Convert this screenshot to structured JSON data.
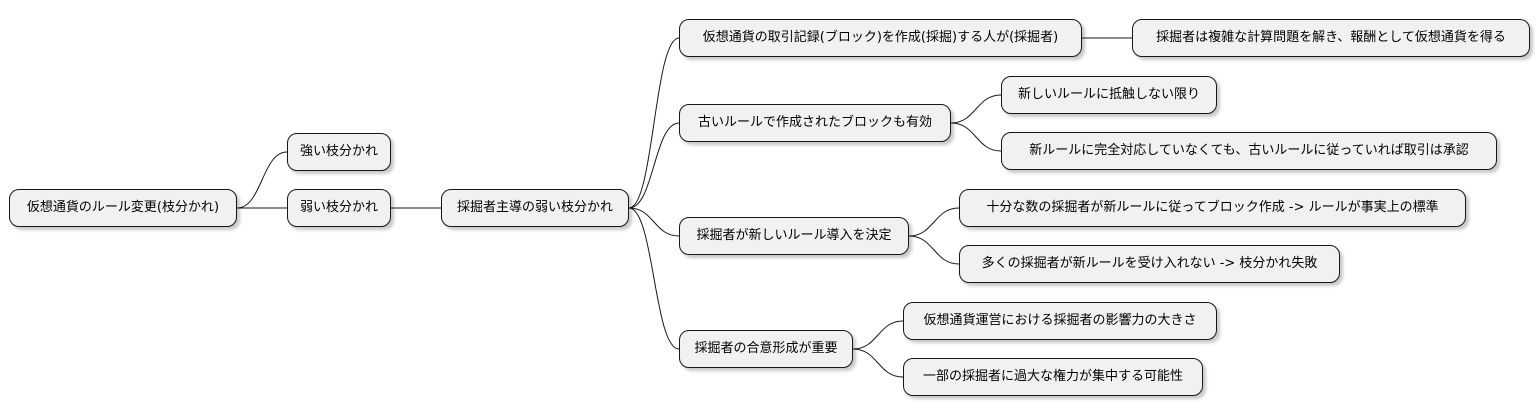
{
  "mindmap": {
    "root": "仮想通貨のルール変更(枝分かれ)",
    "strong_fork": "強い枝分かれ",
    "weak_fork": "弱い枝分かれ",
    "miner_led_fork": "採掘者主導の弱い枝分かれ",
    "miner_definition": {
      "label": "仮想通貨の取引記録(ブロック)を作成(採掘)する人が(採掘者)",
      "detail": "採掘者は複雑な計算問題を解き、報酬として仮想通貨を得る"
    },
    "old_rule_blocks": {
      "label": "古いルールで作成されたブロックも有効",
      "details": [
        "新しいルールに抵触しない限り",
        "新ルールに完全対応していなくても、古いルールに従っていれば取引は承認"
      ]
    },
    "miners_decide": {
      "label": "採掘者が新しいルール導入を決定",
      "details": [
        "十分な数の採掘者が新ルールに従ってブロック作成 -> ルールが事実上の標準",
        "多くの採掘者が新ルールを受け入れない -> 枝分かれ失敗"
      ]
    },
    "consensus": {
      "label": "採掘者の合意形成が重要",
      "details": [
        "仮想通貨運営における採掘者の影響力の大きさ",
        "一部の採掘者に過大な権力が集中する可能性"
      ]
    }
  }
}
